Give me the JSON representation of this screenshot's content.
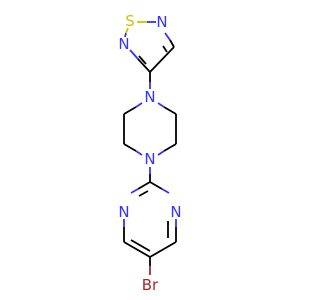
{
  "molecule": {
    "atoms": {
      "thiadiazole_S": {
        "symbol": "S",
        "color": "#c8c800"
      },
      "thiadiazole_N_top": {
        "symbol": "N",
        "color": "#3333ff"
      },
      "thiadiazole_N_left": {
        "symbol": "N",
        "color": "#3333ff"
      },
      "piperazine_N_top": {
        "symbol": "N",
        "color": "#3333ff"
      },
      "piperazine_N_bottom": {
        "symbol": "N",
        "color": "#3333ff"
      },
      "pyrimidine_N_left": {
        "symbol": "N",
        "color": "#3333ff"
      },
      "pyrimidine_N_right": {
        "symbol": "N",
        "color": "#3333ff"
      },
      "bromine": {
        "symbol": "Br",
        "color": "#a62929"
      }
    }
  }
}
